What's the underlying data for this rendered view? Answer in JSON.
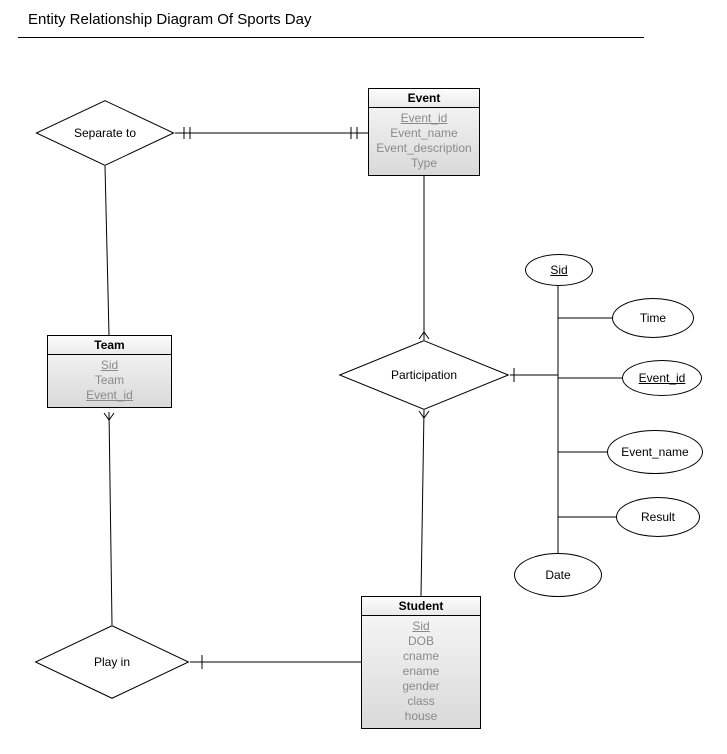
{
  "title": "Entity Relationship Diagram Of Sports Day",
  "entities": {
    "event": {
      "name": "Event",
      "attributes": [
        {
          "label": "Event_id",
          "underline": true
        },
        {
          "label": "Event_name",
          "underline": false
        },
        {
          "label": "Event_description",
          "underline": false
        },
        {
          "label": "Type",
          "underline": false
        }
      ]
    },
    "team": {
      "name": "Team",
      "attributes": [
        {
          "label": "Sid",
          "underline": true
        },
        {
          "label": "Team",
          "underline": false
        },
        {
          "label": "Event_id",
          "underline": true
        }
      ]
    },
    "student": {
      "name": "Student",
      "attributes": [
        {
          "label": "Sid",
          "underline": true
        },
        {
          "label": "DOB",
          "underline": false
        },
        {
          "label": "cname",
          "underline": false
        },
        {
          "label": "ename",
          "underline": false
        },
        {
          "label": "gender",
          "underline": false
        },
        {
          "label": "class",
          "underline": false
        },
        {
          "label": "house",
          "underline": false
        }
      ]
    }
  },
  "relationships": {
    "separate_to": {
      "label": "Separate to"
    },
    "participation": {
      "label": "Participation"
    },
    "play_in": {
      "label": "Play in"
    }
  },
  "ellipses": [
    {
      "label": "Sid",
      "underline": true
    },
    {
      "label": "Time",
      "underline": false
    },
    {
      "label": "Event_id",
      "underline": true
    },
    {
      "label": "Event_name",
      "underline": false
    },
    {
      "label": "Result",
      "underline": false
    },
    {
      "label": "Date",
      "underline": false
    }
  ],
  "colors": {
    "line": "#000000",
    "entity_fill_top": "#f9f9f9",
    "entity_fill_bottom": "#d9d9d9",
    "attribute_text": "#8a8a8a",
    "background": "#ffffff"
  }
}
